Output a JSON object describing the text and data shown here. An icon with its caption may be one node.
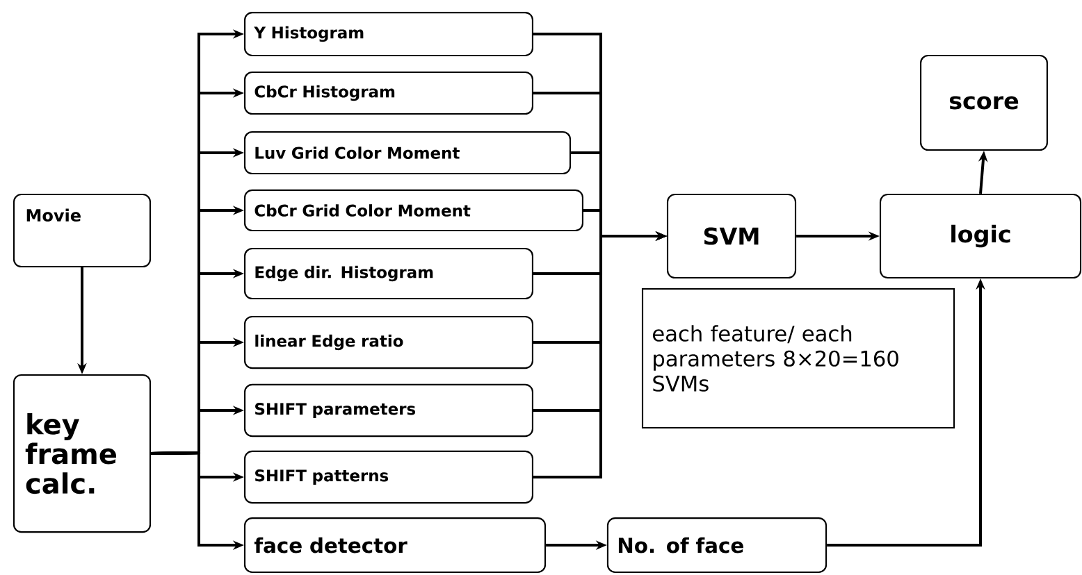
{
  "diagram": {
    "nodes": [
      {
        "text": [
          "Movie"
        ]
      },
      {
        "text": [
          "key frame calc."
        ]
      },
      {
        "text": [
          "Y Histogram"
        ]
      },
      {
        "text": [
          "CbCr Histogram"
        ]
      },
      {
        "text": [
          "Luv Grid Color Moment"
        ]
      },
      {
        "text": [
          "CbCr Grid Color Moment"
        ]
      },
      {
        "text": [
          "Edge dir.  Histogram"
        ]
      },
      {
        "text": [
          "linear Edge ratio"
        ]
      },
      {
        "text": [
          "SHIFT parameters"
        ]
      },
      {
        "text": [
          "SHIFT patterns"
        ]
      },
      {
        "text": [
          "face detector"
        ]
      },
      {
        "text": [
          "SVM"
        ]
      },
      {
        "text": [
          "logic"
        ]
      },
      {
        "text": [
          "score"
        ]
      },
      {
        "text": [
          "No. of face"
        ]
      },
      {
        "text": [
          "each feature/ each parameters 8×20=160 SVMs"
        ]
      }
    ],
    "edges": [
      {
        "from": 0,
        "to": 1,
        "arrow": "to"
      },
      {
        "from": 1,
        "to": 2,
        "arrow": "to"
      },
      {
        "from": 1,
        "to": 3,
        "arrow": "to"
      },
      {
        "from": 1,
        "to": 4,
        "arrow": "to"
      },
      {
        "from": 1,
        "to": 5,
        "arrow": "to"
      },
      {
        "from": 1,
        "to": 6,
        "arrow": "to"
      },
      {
        "from": 1,
        "to": 7,
        "arrow": "to"
      },
      {
        "from": 1,
        "to": 8,
        "arrow": "to"
      },
      {
        "from": 1,
        "to": 9,
        "arrow": "to"
      },
      {
        "from": 1,
        "to": 10,
        "arrow": "to"
      },
      {
        "from": 2,
        "to": 11,
        "arrow": "to"
      },
      {
        "from": 3,
        "to": 11,
        "arrow": "to"
      },
      {
        "from": 4,
        "to": 11,
        "arrow": "to"
      },
      {
        "from": 5,
        "to": 11,
        "arrow": "to"
      },
      {
        "from": 6,
        "to": 11,
        "arrow": "to"
      },
      {
        "from": 7,
        "to": 11,
        "arrow": "to"
      },
      {
        "from": 8,
        "to": 11,
        "arrow": "to"
      },
      {
        "from": 9,
        "to": 11,
        "arrow": "to"
      },
      {
        "from": 11,
        "to": 12,
        "arrow": "to"
      },
      {
        "from": 10,
        "to": 14,
        "arrow": "to"
      },
      {
        "from": 14,
        "to": 12,
        "arrow": "to"
      },
      {
        "from": 12,
        "to": 13,
        "arrow": "to"
      }
    ]
  }
}
